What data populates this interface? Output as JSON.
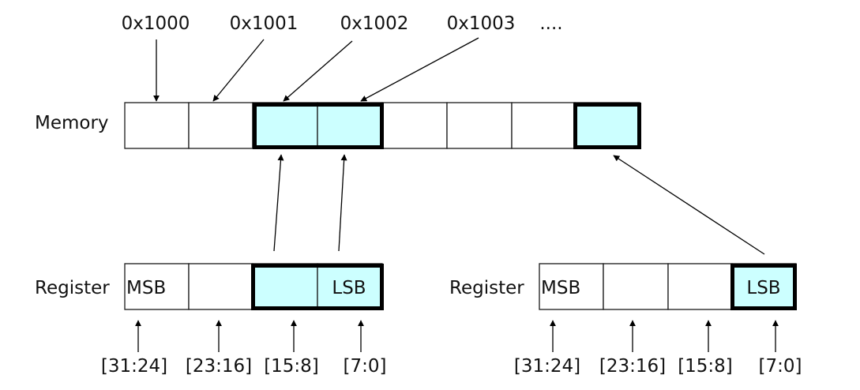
{
  "addresses": [
    "0x1000",
    "0x1001",
    "0x1002",
    "0x1003",
    "...."
  ],
  "memory": {
    "label": "Memory",
    "cells": 8,
    "highlighted": [
      2,
      3,
      7
    ]
  },
  "registers": [
    {
      "label": "Register",
      "cells": [
        "MSB",
        "",
        "",
        "LSB"
      ],
      "highlighted": [
        2,
        3
      ],
      "bits": [
        "[31:24]",
        "[23:16]",
        "[15:8]",
        "[7:0]"
      ]
    },
    {
      "label": "Register",
      "cells": [
        "MSB",
        "",
        "",
        "LSB"
      ],
      "highlighted": [
        3
      ],
      "bits": [
        "[31:24]",
        "[23:16]",
        "[15:8]",
        "[7:0]"
      ]
    }
  ],
  "colors": {
    "highlight": "#ccffff",
    "stroke": "#000000"
  }
}
